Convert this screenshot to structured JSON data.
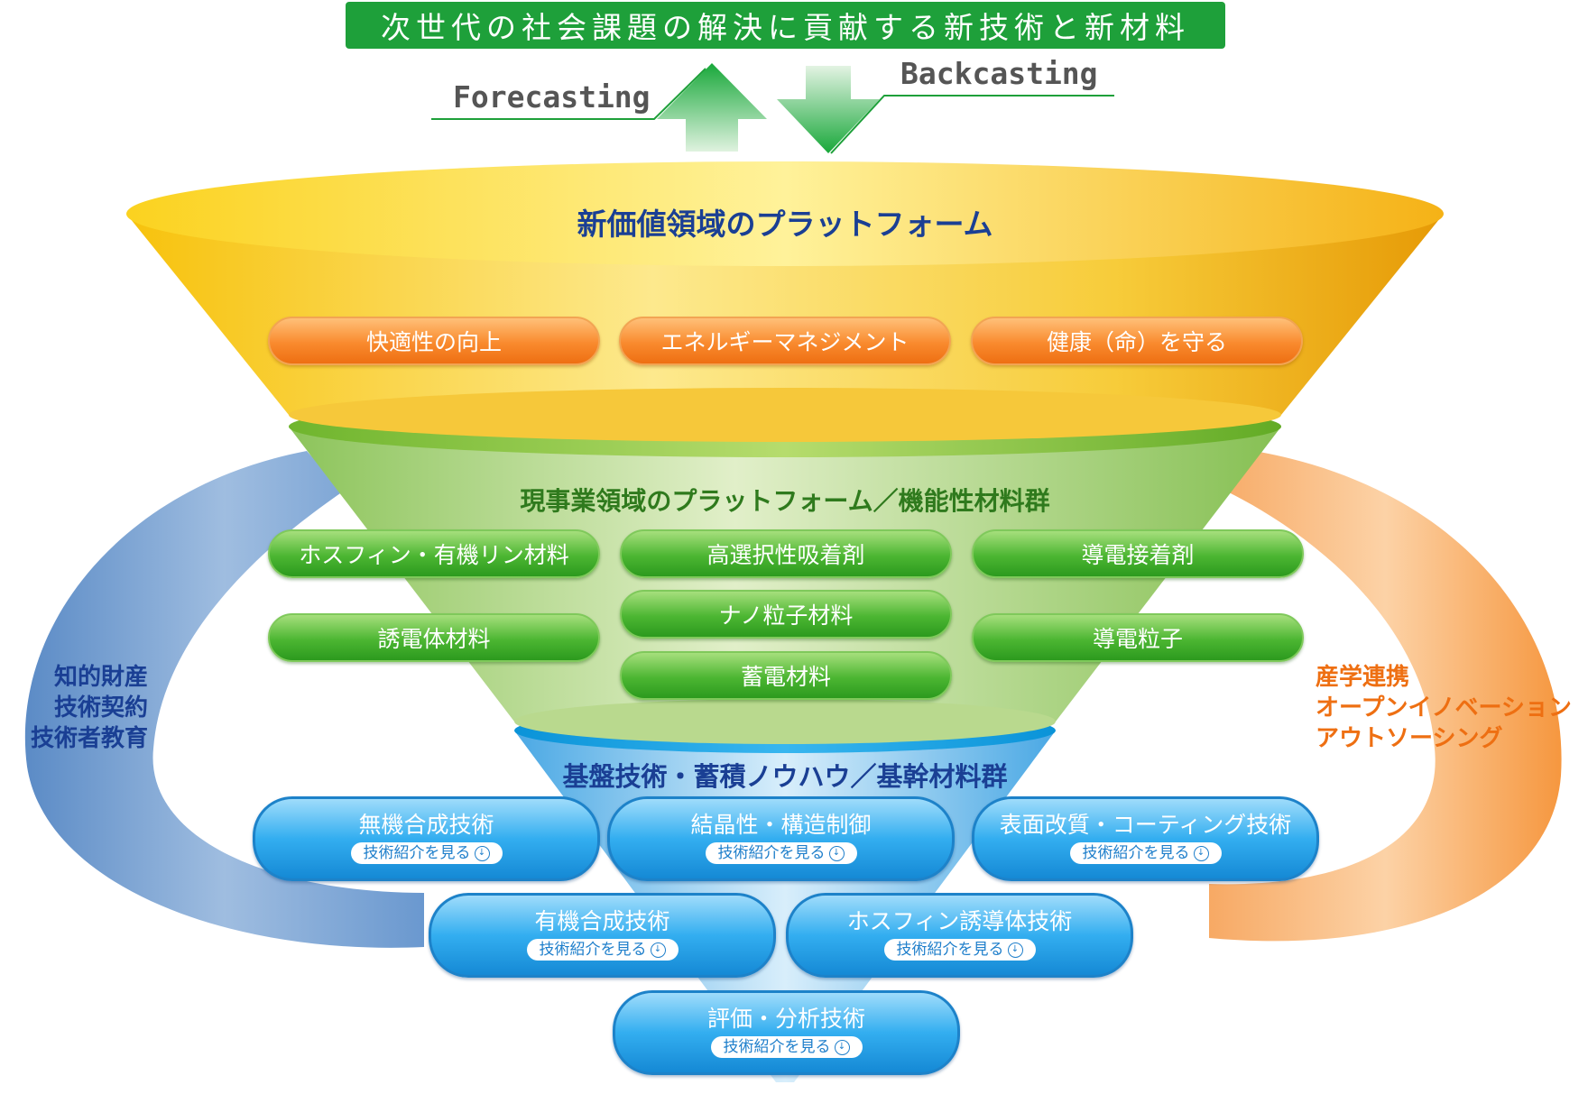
{
  "top_goal": "次世代の社会課題の解決に貢献する新技術と新材料",
  "forecasting": "Forecasting",
  "backcasting": "Backcasting",
  "new_value": {
    "title": "新価値領域のプラットフォーム",
    "items": [
      "快適性の向上",
      "エネルギーマネジメント",
      "健康（命）を守る"
    ]
  },
  "current_business": {
    "title": "現事業領域のプラットフォーム／機能性材料群",
    "items": [
      "ホスフィン・有機リン材料",
      "高選択性吸着剤",
      "導電接着剤",
      "誘電体材料",
      "ナノ粒子材料",
      "導電粒子",
      "蓄電材料"
    ]
  },
  "foundation": {
    "title": "基盤技術・蓄積ノウハウ／基幹材料群",
    "link_label": "技術紹介を見る",
    "items": [
      "無機合成技術",
      "結晶性・構造制御",
      "表面改質・コーティング技術",
      "有機合成技術",
      "ホスフィン誘導体技術",
      "評価・分析技術"
    ]
  },
  "left_arc": {
    "lines": "知的財産\n技術契約\n技術者教育"
  },
  "right_arc": {
    "lines": "産学連携\nオープンイノベーション\nアウトソーシング"
  },
  "colors": {
    "green": "#1ea03a",
    "yellow": "#f7c51a",
    "orange": "#f98a2e",
    "lime": "#7ac143",
    "blue": "#1b8fd8",
    "navy": "#1a3f94"
  }
}
